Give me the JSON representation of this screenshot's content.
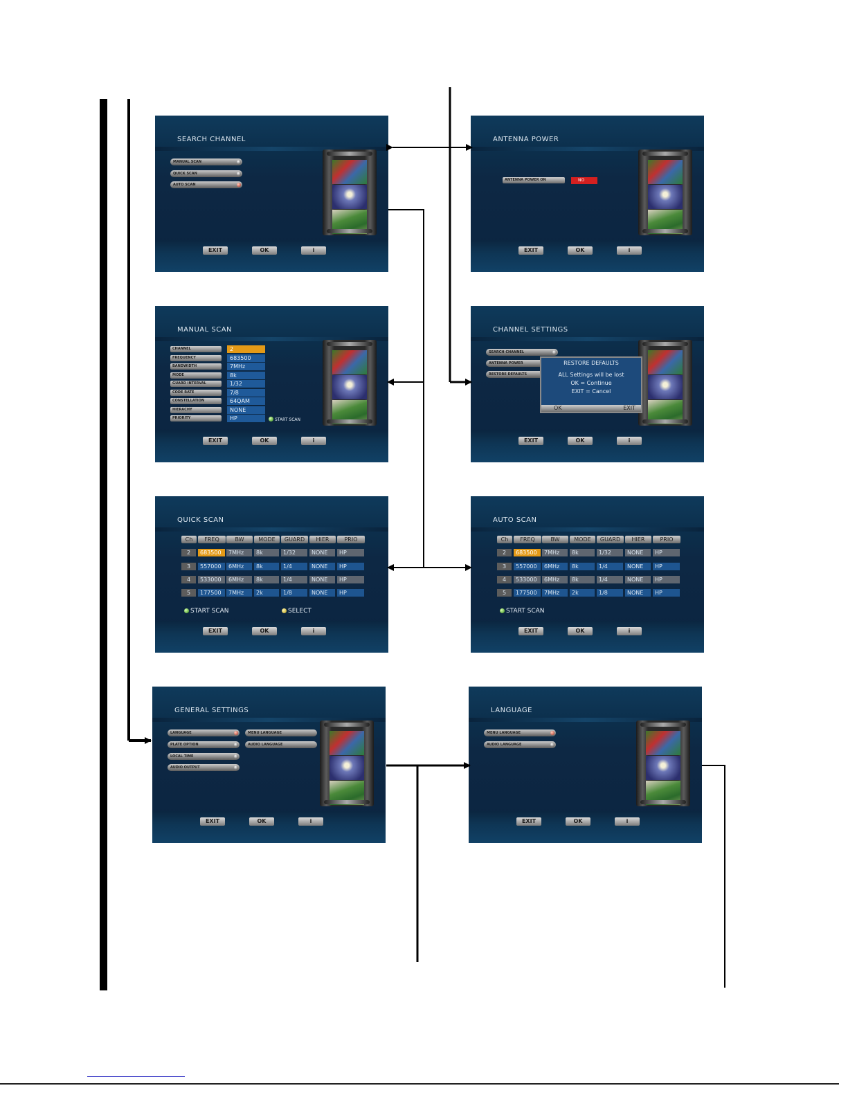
{
  "footer_buttons": [
    "EXIT",
    "OK",
    "i"
  ],
  "search_channel": {
    "title": "SEARCH  CHANNEL",
    "items": [
      "MANUAL SCAN",
      "QUICK SCAN",
      "AUTO SCAN"
    ]
  },
  "antenna_power": {
    "title": "ANTENNA POWER",
    "label": "ANTENNA POWER ON",
    "value": "NO"
  },
  "manual_scan": {
    "title": "MANUAL SCAN",
    "fields": [
      {
        "label": "CHANNEL",
        "value": "2"
      },
      {
        "label": "FREQUENCY",
        "value": "683500"
      },
      {
        "label": "BANDWIDTH",
        "value": "7MHz"
      },
      {
        "label": "MODE",
        "value": "8k"
      },
      {
        "label": "GUARD INTERVAL",
        "value": "1/32"
      },
      {
        "label": "CODE RATE",
        "value": "7/8"
      },
      {
        "label": "CONSTELLATION",
        "value": "64QAM"
      },
      {
        "label": "HIERACHY",
        "value": "NONE"
      },
      {
        "label": "PRIORITY",
        "value": "HP"
      }
    ],
    "start_scan": "START SCAN"
  },
  "channel_settings": {
    "title": "CHANNEL  SETTINGS",
    "items": [
      "SEARCH CHANNEL",
      "ANTENNA POWER",
      "RESTORE DEFAULTS"
    ],
    "dialog": {
      "title": "RESTORE DEFAULTS",
      "line1": "ALL Settings will be lost",
      "line2": "OK = Continue",
      "line3": "EXIT = Cancel",
      "ok": "OK",
      "exit": "EXIT"
    }
  },
  "scan_table": {
    "headers": [
      "Ch",
      "FREQ",
      "BW",
      "MODE",
      "GUARD",
      "HIER",
      "PRIO"
    ],
    "rows": [
      [
        "2",
        "683500",
        "7MHz",
        "8k",
        "1/32",
        "NONE",
        "HP"
      ],
      [
        "3",
        "557000",
        "6MHz",
        "8k",
        "1/4",
        "NONE",
        "HP"
      ],
      [
        "4",
        "533000",
        "6MHz",
        "8k",
        "1/4",
        "NONE",
        "HP"
      ],
      [
        "5",
        "177500",
        "7MHz",
        "2k",
        "1/8",
        "NONE",
        "HP"
      ]
    ]
  },
  "quick_scan": {
    "title": "QUICK SCAN",
    "start_scan": "START SCAN",
    "select": "SELECT"
  },
  "auto_scan": {
    "title": "AUTO SCAN",
    "start_scan": "START SCAN"
  },
  "general_settings": {
    "title": "GENERAL  SETTINGS",
    "items": [
      "LANGUAGE",
      "PLATE OPTION",
      "LOCAL TIME",
      "AUDIO OUTPUT"
    ],
    "sub_items": [
      "MENU LANGUAGE",
      "AUDIO LANGUAGE"
    ]
  },
  "language": {
    "title": "LANGUAGE",
    "items": [
      "MENU LANGUAGE",
      "AUDIO LANGUAGE"
    ]
  }
}
